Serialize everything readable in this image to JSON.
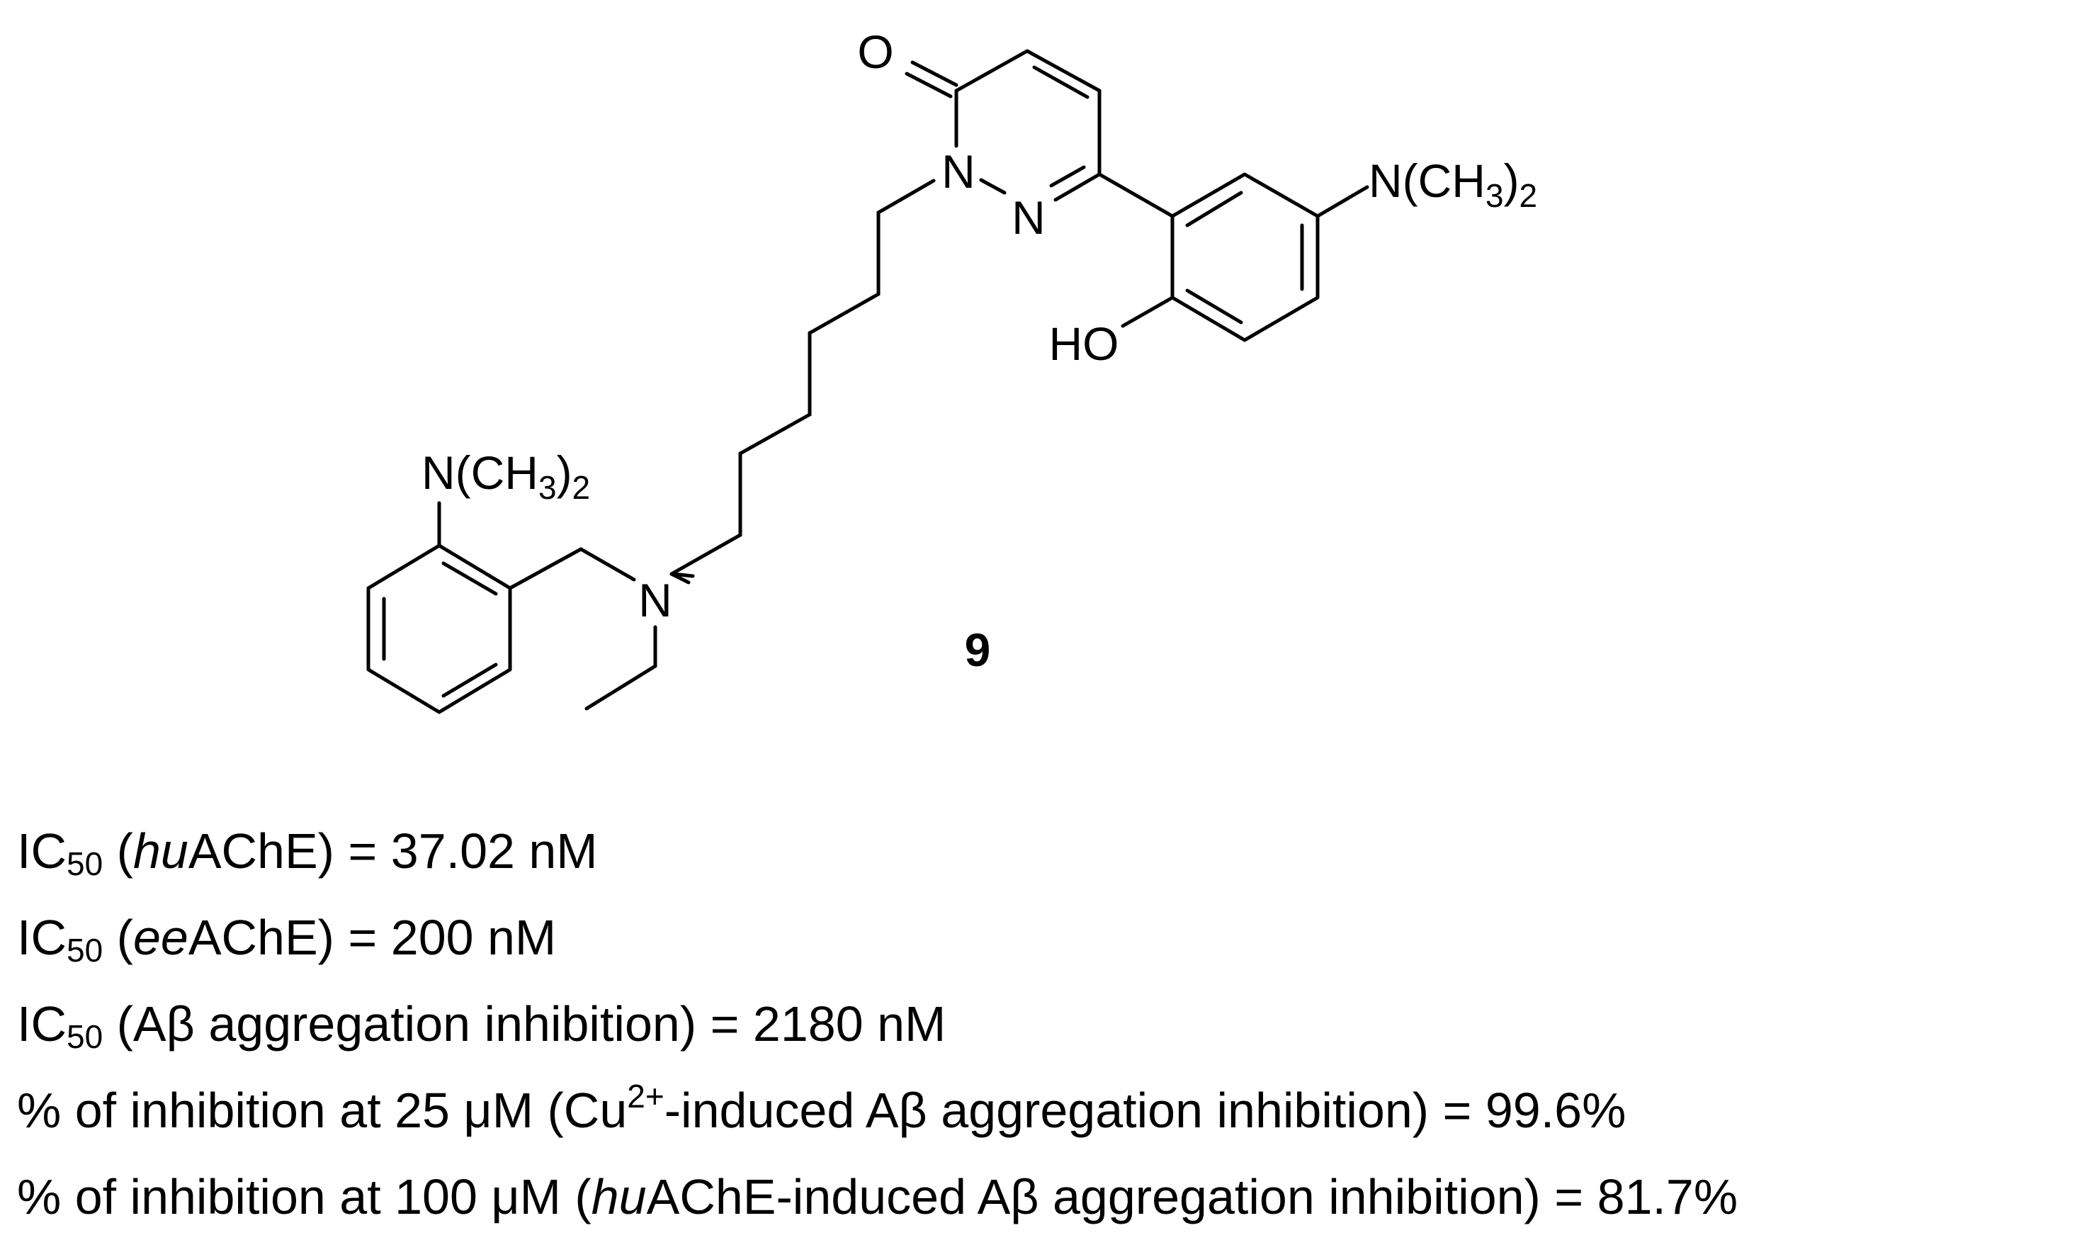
{
  "molecule": {
    "compound_number": "9",
    "atom_labels": {
      "carbonyl_oxygen": "O",
      "ring_nitrogen_1": "N",
      "ring_nitrogen_2": "N",
      "hydroxyl": "HO",
      "amine_nitrogen": "N",
      "dimethylamino": {
        "prefix": "N(CH",
        "sub_3": "3",
        "suffix": ")",
        "sub_2": "2"
      }
    }
  },
  "activity": {
    "ic50_prefix": "IC",
    "ic50_subscript": "50",
    "line1": {
      "open": " (",
      "italic": "hu",
      "rest": "AChE) = 37.02 nM"
    },
    "line2": {
      "open": " (",
      "italic": "ee",
      "rest": "AChE) = 200 nM"
    },
    "line3": {
      "text": " (Aβ aggregation inhibition) = 2180 nM"
    },
    "line4": {
      "before": "% of inhibition at 25 μM (Cu",
      "superscript": "2+",
      "after": "-induced Aβ aggregation inhibition) = 99.6%"
    },
    "line5": {
      "before": "% of inhibition at 100 μM (",
      "italic": "hu",
      "after": "AChE-induced Aβ aggregation inhibition) = 81.7%"
    }
  }
}
